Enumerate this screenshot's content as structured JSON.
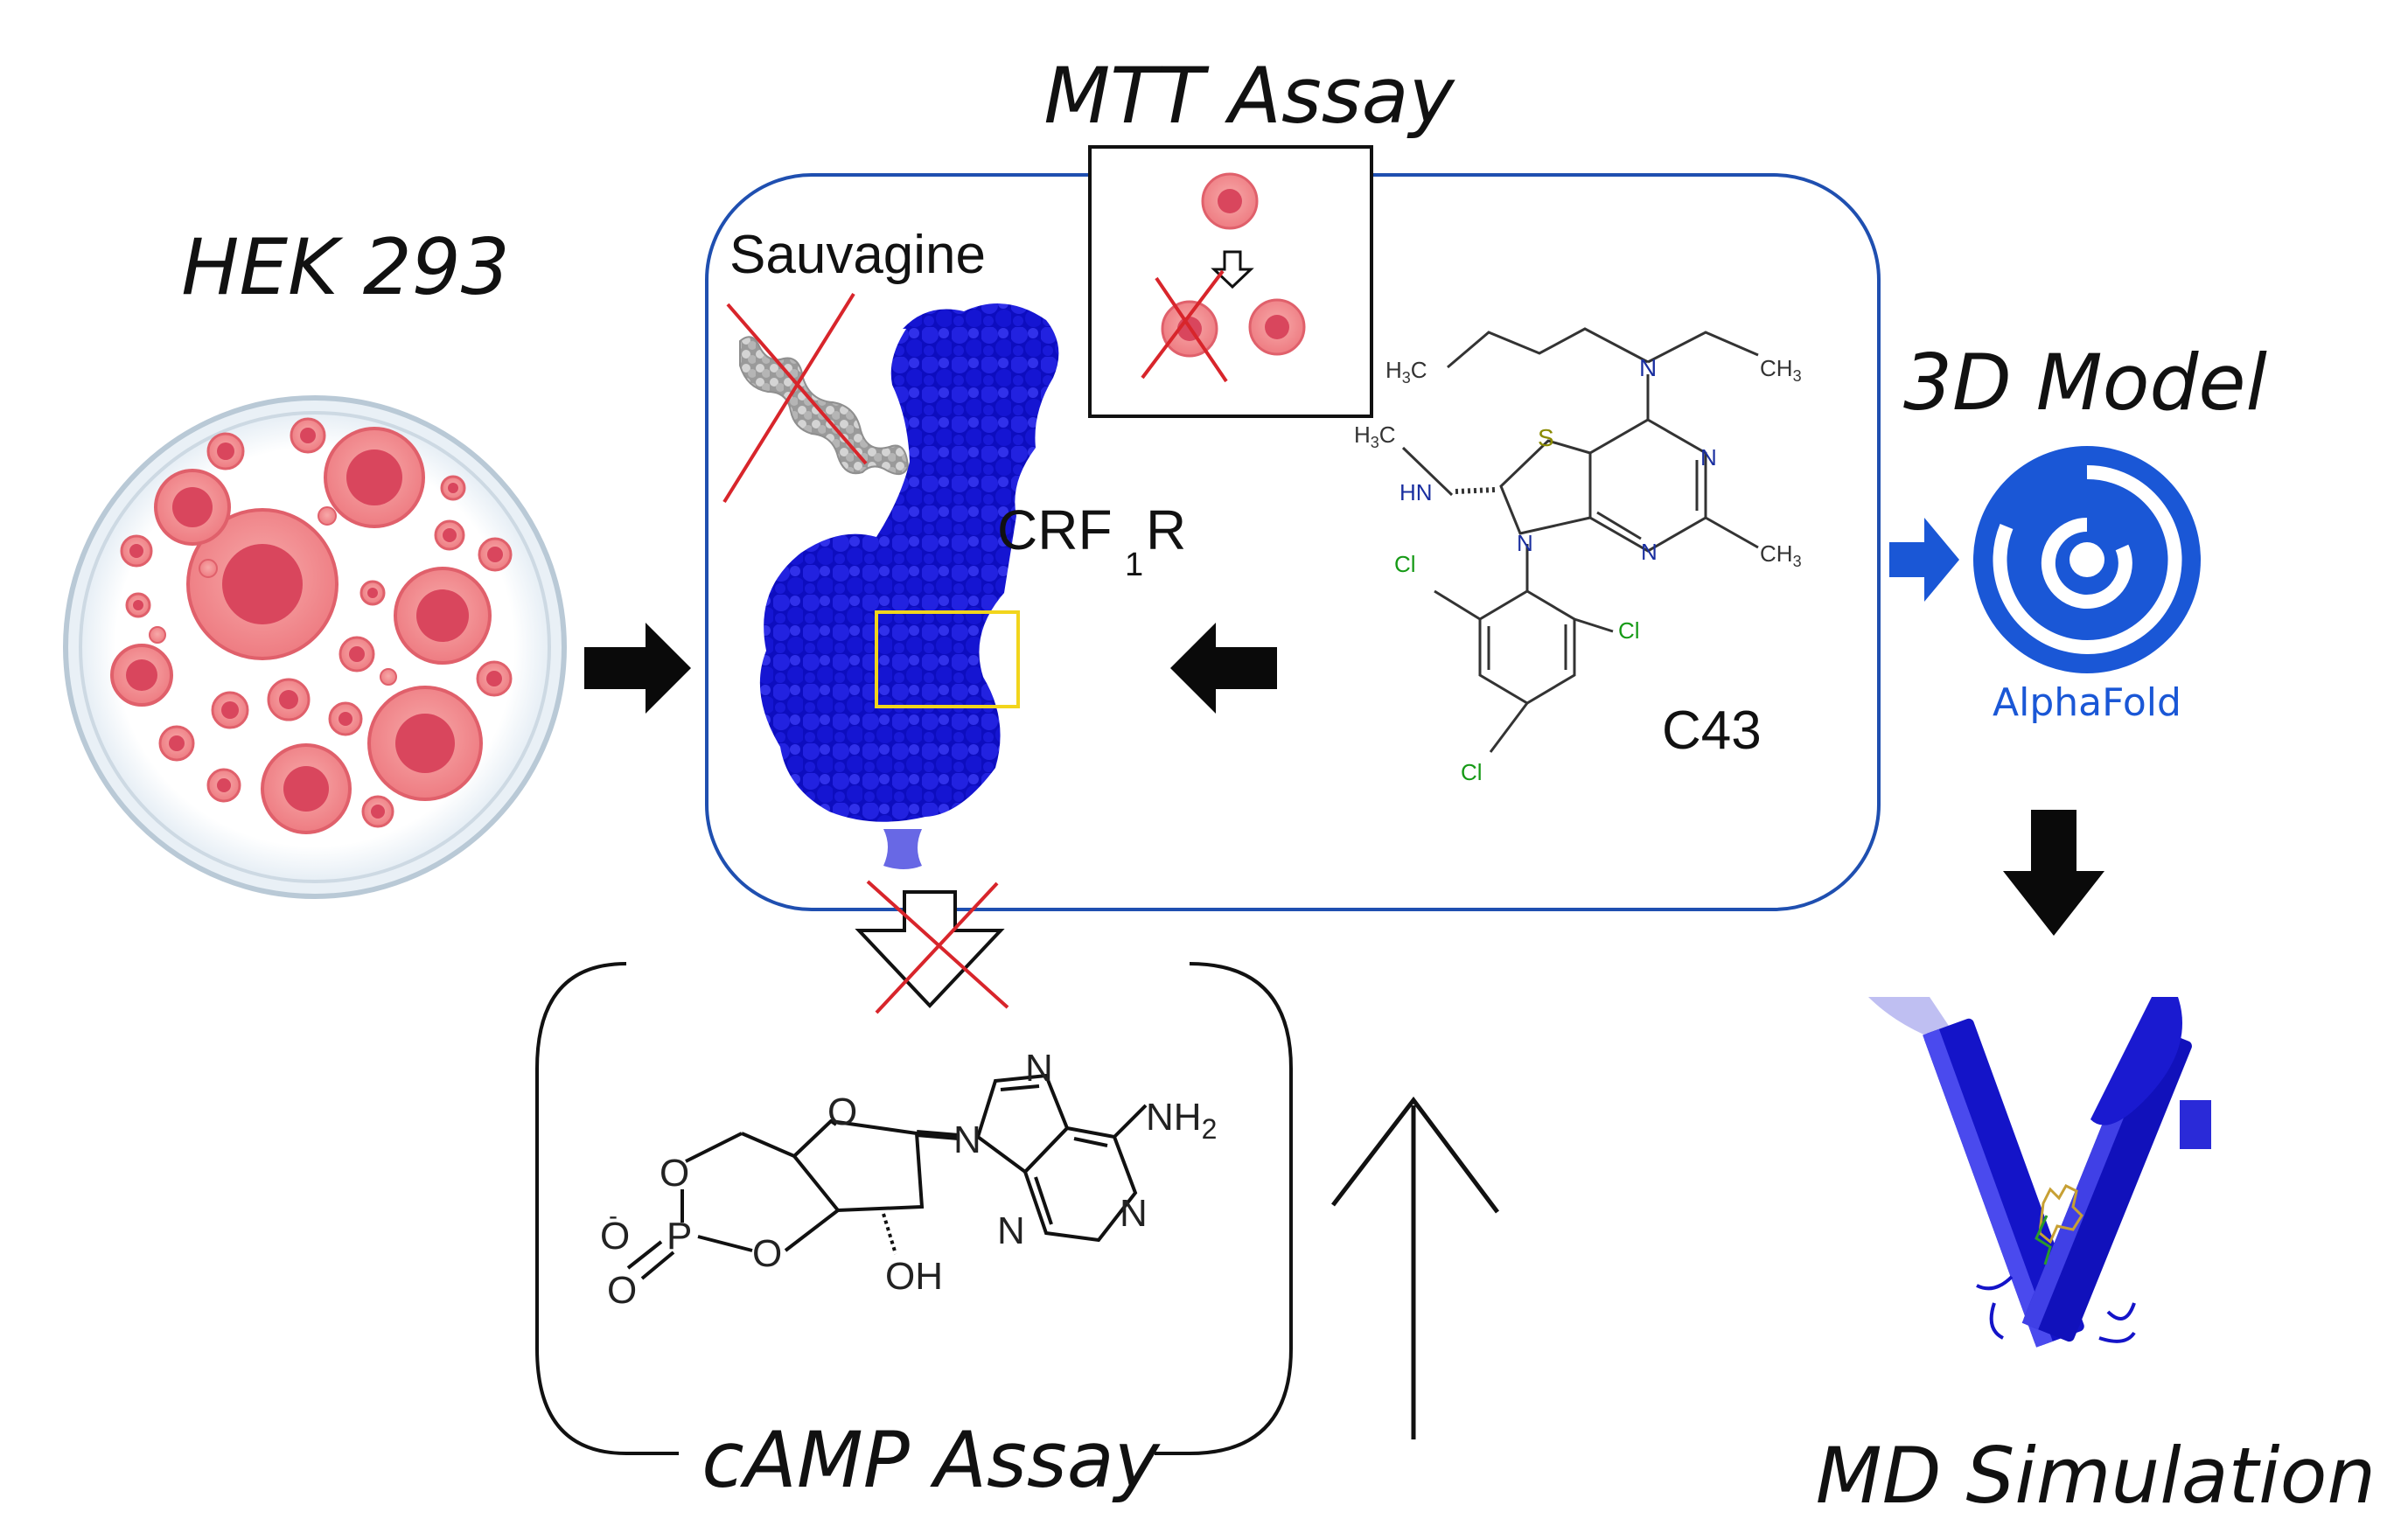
{
  "labels": {
    "hek": "HEK 293",
    "mtt": "MTT Assay",
    "model3d": "3D Model",
    "alphafold": "AlphaFold",
    "md": "MD Simulation",
    "camp": "cAMP Assay",
    "sauvagine": "Sauvagine",
    "crf_main": "CRF",
    "crf_sub": "1",
    "crf_tail": "R",
    "c43": "C43"
  },
  "c43_atoms": {
    "h3c_left": "H",
    "h3c_left_sub": "3",
    "h3c_left_c": "C",
    "n_top": "N",
    "ch3_top": "CH",
    "ch3_top_sub": "3",
    "h3c_nh": "H",
    "h3c_nh_sub": "3",
    "h3c_nh_c": "C",
    "hn": "HN",
    "s": "S",
    "n_ring1": "N",
    "n_ring2": "N",
    "n_ring3": "N",
    "ch3_right": "CH",
    "ch3_right_sub": "3",
    "cl1": "Cl",
    "cl2": "Cl",
    "cl3": "Cl"
  },
  "camp_atoms": {
    "o_ring": "O",
    "o_phos_top": "O",
    "p": "P",
    "o_minus": "O",
    "minus": "-",
    "o_double": "O",
    "o_phos_right": "O",
    "oh": "OH",
    "n7": "N",
    "n9": "N",
    "n1": "N",
    "n3": "N",
    "nh2": "NH",
    "nh2_sub": "2"
  },
  "colors": {
    "box_border": "#1f4fb0",
    "cell_fill": "#f28b8b",
    "cell_core": "#d9465d",
    "protein": "#1212c8",
    "cross": "#d8252b",
    "arrow": "#0a0a0a",
    "alphafold": "#1a57d6",
    "highlight": "#f2d51c",
    "chlorine": "#169a16",
    "nitrogen": "#1a2fa0",
    "sulfur": "#8a8a00"
  }
}
